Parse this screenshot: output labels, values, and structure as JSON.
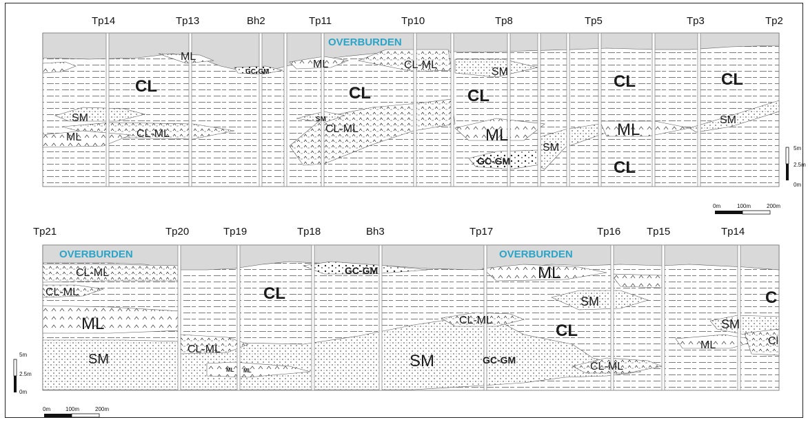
{
  "top_section": {
    "boreholes": [
      "Tp14",
      "Tp13",
      "Bh2",
      "Tp11",
      "Tp10",
      "Tp8",
      "Tp5",
      "Tp3",
      "Tp2"
    ],
    "overburden_label": "OVERBURDEN",
    "soil_labels": [
      "ML",
      "GC-GM",
      "ML",
      "CL-ML",
      "SM",
      "CL",
      "CL",
      "CL",
      "CL",
      "CL",
      "SM",
      "CL-ML",
      "SM",
      "CL-ML",
      "ML",
      "ML",
      "ML",
      "SM",
      "GC-GM",
      "SM",
      "CL"
    ],
    "vertical_scale": [
      "5m",
      "2.5m",
      "0m"
    ],
    "horizontal_scale": [
      "0m",
      "100m",
      "200m"
    ]
  },
  "bottom_section": {
    "boreholes": [
      "Tp21",
      "Tp20",
      "Tp19",
      "Tp18",
      "Bh3",
      "Tp17",
      "Tp16",
      "Tp15",
      "Tp14"
    ],
    "overburden_labels": [
      "OVERBURDEN",
      "OVERBURDEN"
    ],
    "soil_labels": [
      "CL-ML",
      "CL-ML",
      "ML",
      "SM",
      "GC-GM",
      "CL",
      "CL-ML",
      "ML",
      "ML",
      "CL-ML",
      "SM",
      "GC-GM",
      "ML",
      "SM",
      "CL",
      "CL-ML",
      "SM",
      "ML",
      "C",
      "Cl"
    ],
    "vertical_scale": [
      "5m",
      "2.5m",
      "0m"
    ],
    "horizontal_scale": [
      "0m",
      "100m",
      "200m"
    ]
  },
  "colors": {
    "overburden_fill": "#d9d9d9",
    "overburden_text": "#2aa4c8",
    "line": "#555555"
  }
}
